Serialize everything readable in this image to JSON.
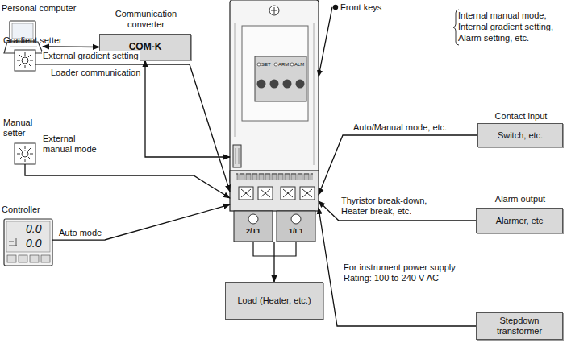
{
  "diagram": {
    "nodes": [
      {
        "text": [
          "Personal computer"
        ]
      },
      {
        "text": [
          "Communication converter",
          "COM-K"
        ]
      },
      {
        "text": [
          "Front keys",
          "Internal manual mode, Internal gradient setting, Alarm setting, etc."
        ]
      },
      {
        "text": [
          "Gradient setter"
        ]
      },
      {
        "text": [
          "Contact input",
          "Switch, etc."
        ]
      },
      {
        "text": [
          "Manual setter"
        ]
      },
      {
        "text": [
          "2/T1",
          "1/L1"
        ]
      },
      {
        "text": [
          "Alarm output",
          "Alarmer, etc"
        ]
      },
      {
        "text": [
          "Controller"
        ]
      },
      {
        "text": [
          "Load (Heater, etc.)"
        ]
      },
      {
        "text": [
          "Stepdown transformer"
        ]
      }
    ],
    "edges": [
      {
        "from": 0,
        "to": 1,
        "arrow": "both"
      },
      {
        "from": 1,
        "to": 6,
        "label": "Loader communication",
        "arrow": "both"
      },
      {
        "from": 2,
        "to": 6,
        "arrow": "to"
      },
      {
        "from": 3,
        "to": 6,
        "label": "External gradient setting",
        "arrow": "to"
      },
      {
        "from": 4,
        "to": 6,
        "label": "Auto/Manual mode, etc.",
        "arrow": "to"
      },
      {
        "from": 5,
        "to": 6,
        "label": "External manual mode",
        "arrow": "to"
      },
      {
        "from": 7,
        "to": 6,
        "label": "Thyristor break-down, Heater break, etc.",
        "arrow": "to"
      },
      {
        "from": 8,
        "to": 6,
        "label": "Auto mode",
        "arrow": "to"
      },
      {
        "from": 10,
        "to": 6,
        "label": "For instrument power supply Rating: 100 to 240 V AC",
        "arrow": "to"
      },
      {
        "from": 6,
        "to": 9,
        "arrow": "to"
      }
    ],
    "labels": [
      "SET",
      "ARM",
      "ALM",
      "0.0",
      "0.0"
    ]
  }
}
